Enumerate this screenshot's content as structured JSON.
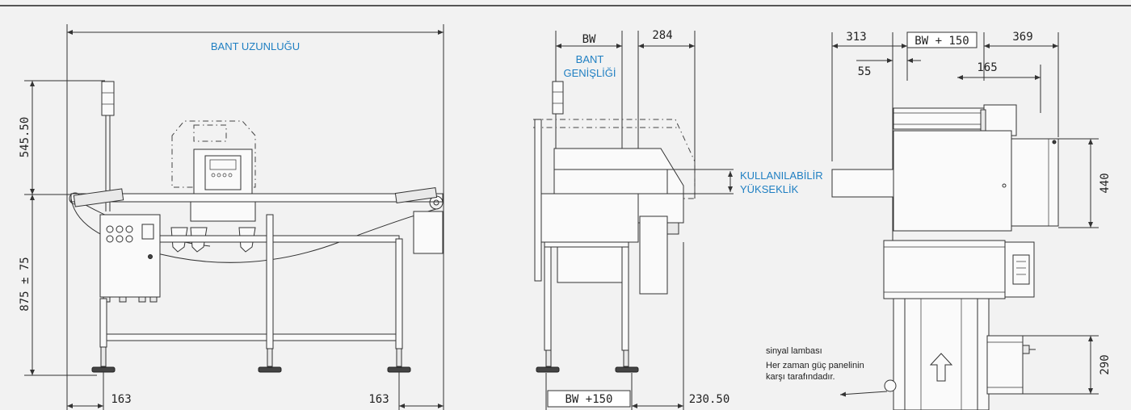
{
  "labels": {
    "belt_length": "BANT UZUNLUĞU",
    "belt_width_line1": "BANT",
    "belt_width_line2": "GENİŞLİĞİ",
    "usable_height_line1": "KULLANILABİLİR",
    "usable_height_line2": "YÜKSEKLİK",
    "signal_lamp": "sinyal lambası",
    "note_line1": "Her zaman güç panelinin",
    "note_line2": "karşı tarafındadır."
  },
  "dimensions": {
    "front_height_top": "545.50",
    "front_height_bottom": "875 ± 75",
    "front_left_bottom": "163",
    "front_right_bottom": "163",
    "side_bw_top": "BW",
    "side_284": "284",
    "side_bw_plus_150": "BW  +150",
    "side_230": "230.50",
    "top_313": "313",
    "top_bw_plus_150": "BW  + 150",
    "top_369": "369",
    "top_55": "55",
    "top_165": "165",
    "top_440": "440",
    "top_290": "290"
  }
}
